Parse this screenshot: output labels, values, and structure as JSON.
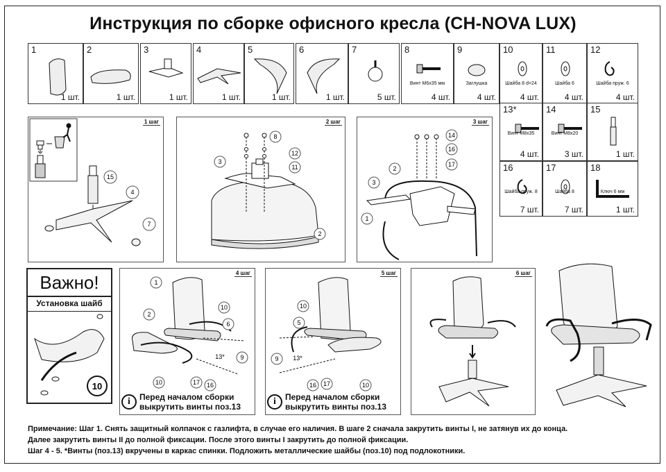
{
  "title": "Инструкция по сборке офисного кресла (CH-NOVA LUX)",
  "parts": [
    {
      "num": "1",
      "qty": "1 шт.",
      "caption": "",
      "icon": "backrest-icon"
    },
    {
      "num": "2",
      "qty": "1 шт.",
      "caption": "",
      "icon": "seat-icon"
    },
    {
      "num": "3",
      "qty": "1 шт.",
      "caption": "",
      "icon": "mechanism-icon"
    },
    {
      "num": "4",
      "qty": "1 шт.",
      "caption": "",
      "icon": "base-icon"
    },
    {
      "num": "5",
      "qty": "1 шт.",
      "caption": "",
      "icon": "armrest-right-icon"
    },
    {
      "num": "6",
      "qty": "1 шт.",
      "caption": "",
      "icon": "armrest-left-icon"
    },
    {
      "num": "7",
      "qty": "5 шт.",
      "caption": "",
      "icon": "caster-icon"
    },
    {
      "num": "8",
      "qty": "4 шт.",
      "caption": "Винт М6х35 мм",
      "icon": "screw-icon"
    },
    {
      "num": "9",
      "qty": "4 шт.",
      "caption": "Заглушка",
      "icon": "cap-icon"
    },
    {
      "num": "10",
      "qty": "4 шт.",
      "caption": "Шайба 8 d=24",
      "icon": "washer-icon"
    },
    {
      "num": "11",
      "qty": "4 шт.",
      "caption": "Шайба 6",
      "icon": "washer-icon"
    },
    {
      "num": "12",
      "qty": "4 шт.",
      "caption": "Шайба пруж. 6",
      "icon": "spring-washer-icon"
    },
    {
      "num": "13*",
      "qty": "4 шт.",
      "caption": "Винт М8х35",
      "icon": "screw-icon"
    },
    {
      "num": "14",
      "qty": "3 шт.",
      "caption": "Винт М8х20",
      "icon": "screw-icon"
    },
    {
      "num": "15",
      "qty": "1 шт.",
      "caption": "",
      "icon": "gaslift-icon"
    },
    {
      "num": "16",
      "qty": "7 шт.",
      "caption": "Шайба пруж. 8",
      "icon": "spring-washer-icon"
    },
    {
      "num": "17",
      "qty": "7 шт.",
      "caption": "Шайба 8",
      "icon": "washer-icon"
    },
    {
      "num": "18",
      "qty": "1 шт.",
      "caption": "Ключ 6 мм",
      "icon": "hex-key-icon"
    }
  ],
  "steps": [
    {
      "tag": "1 шаг",
      "callouts": [
        "15",
        "4",
        "7"
      ]
    },
    {
      "tag": "2 шаг",
      "callouts": [
        "8",
        "12",
        "11",
        "3",
        "2"
      ]
    },
    {
      "tag": "3 шаг",
      "callouts": [
        "14",
        "16",
        "17",
        "2",
        "3",
        "1"
      ]
    },
    {
      "tag": "4 шаг",
      "callouts": [
        "1",
        "2",
        "10",
        "6",
        "13*",
        "9",
        "10",
        "17",
        "16"
      ]
    },
    {
      "tag": "5 шаг",
      "callouts": [
        "10",
        "5",
        "9",
        "13*",
        "16",
        "17",
        "10"
      ]
    },
    {
      "tag": "6 шаг",
      "callouts": []
    }
  ],
  "important": {
    "title": "Важно!",
    "subtitle": "Установка шайб",
    "callout": "10"
  },
  "warning": {
    "icon": "info-icon",
    "line1": "Перед началом сборки",
    "line2": "выкрутить винты поз.13"
  },
  "notes": {
    "label": "Примечание:",
    "line1": "Шаг 1. Снять защитный колпачок с газлифта, в случае его наличия.  В шаге 2 сначала закрутить винты I, не затянув их до конца.",
    "line2": "Далее закрутить винты II до полной фиксации. После этого винты I закрутить до полной фиксации.",
    "line3": "Шаг 4 - 5.  *Винты (поз.13) вкручены в каркас спинки. Подложить металлические шайбы (поз.10) под подлокотники."
  }
}
